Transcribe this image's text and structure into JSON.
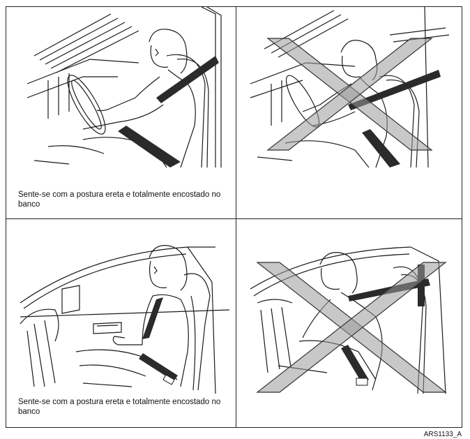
{
  "panels": [
    {
      "id": "top-left",
      "caption": "Sente-se com a postura ereta e totalmente encostado no banco",
      "status": "correct"
    },
    {
      "id": "top-right",
      "caption": "",
      "status": "incorrect"
    },
    {
      "id": "bottom-left",
      "caption": "Sente-se com a postura ereta e totalmente encostado no banco",
      "status": "correct"
    },
    {
      "id": "bottom-right",
      "caption": "",
      "status": "incorrect"
    }
  ],
  "figure_code": "ARS1133_A",
  "colors": {
    "line": "#1a1a1a",
    "belt": "#2b2b2b",
    "cross_fill": "#9a9a9a",
    "cross_stroke": "#333333"
  }
}
